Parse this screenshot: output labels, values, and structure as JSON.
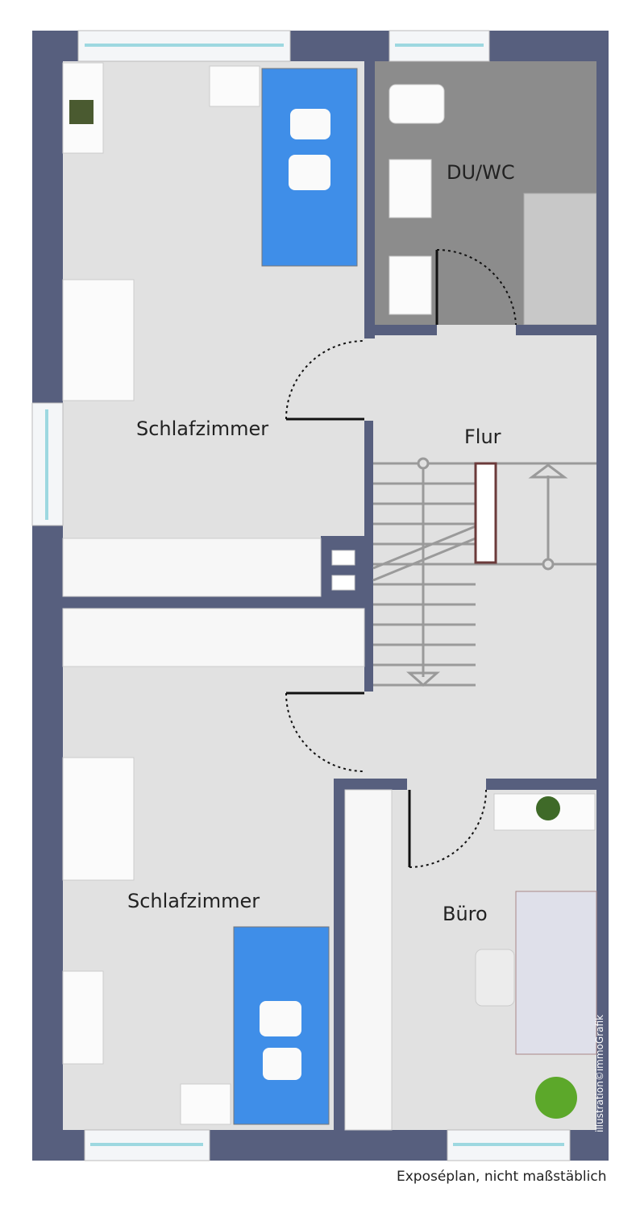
{
  "rooms": {
    "bedroom_top": "Schlafzimmer",
    "bath": "DU/WC",
    "hall": "Flur",
    "bedroom_bottom": "Schlafzimmer",
    "office": "Büro"
  },
  "footer": "Exposéplan, nicht maßstäblich",
  "watermark": "illustration©immoGrafik",
  "colors": {
    "wall": "#575f7e",
    "floor": "#e1e1e1",
    "bath_floor": "#8c8c8c",
    "bed": "#3f8ee8"
  }
}
